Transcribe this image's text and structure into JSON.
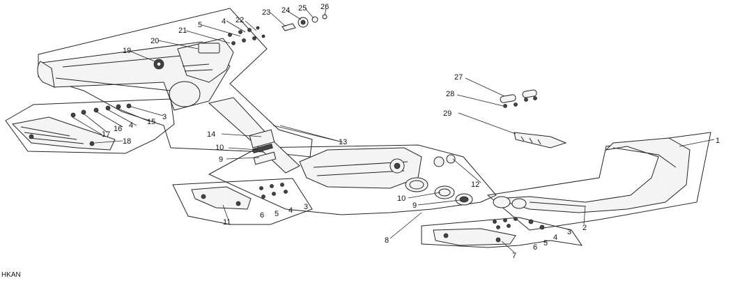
{
  "diagram": {
    "callouts": [
      "1",
      "2",
      "3",
      "4",
      "5",
      "6",
      "7",
      "8",
      "9",
      "10",
      "11",
      "12",
      "13",
      "14",
      "15",
      "16",
      "17",
      "18",
      "19",
      "20",
      "21",
      "22",
      "23",
      "24",
      "25",
      "26",
      "27",
      "28",
      "29"
    ],
    "section_callouts": {
      "left_bracket": [
        "3",
        "4",
        "5",
        "6",
        "11"
      ],
      "right_bracket": [
        "3",
        "4",
        "5",
        "6",
        "7"
      ],
      "pipe_clamp_lower": [
        "9",
        "10"
      ],
      "pipe_clamp_upper": [
        "9",
        "10"
      ],
      "rear_heatshield": [
        "3",
        "4",
        "5",
        "15",
        "16",
        "17",
        "18"
      ]
    }
  },
  "footer": {
    "code": "HKAN"
  }
}
